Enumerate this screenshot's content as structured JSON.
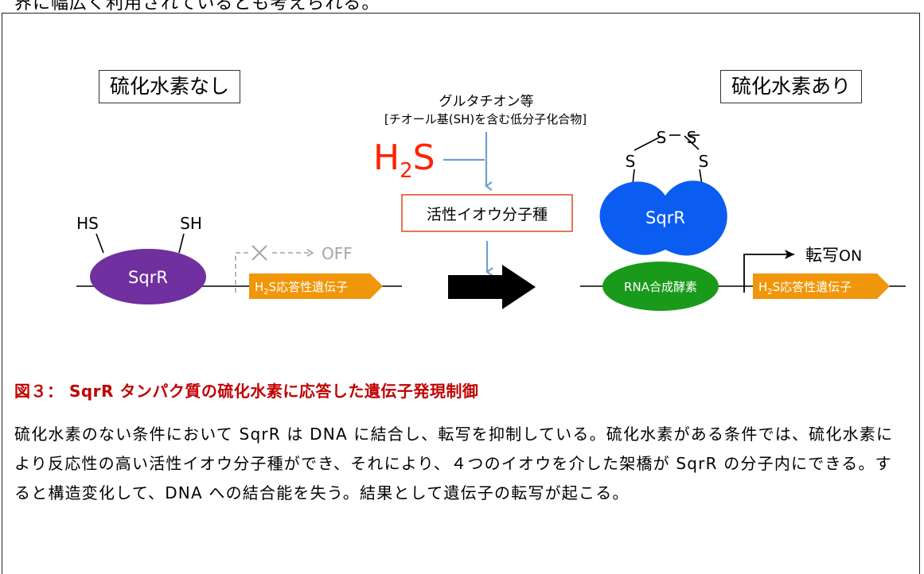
{
  "page": {
    "top_text_fragment": "界に幅広く利用されているとも考えられる。"
  },
  "diagram": {
    "left_label": "硫化水素なし",
    "right_label": "硫化水素あり",
    "glutathione_line1": "グルタチオン等",
    "glutathione_line2": "[チオール基(SH)を含む低分子化合物]",
    "h2s_main": "H",
    "h2s_sub": "2",
    "h2s_end": "S",
    "reactive_sulfur": "活性イオウ分子種",
    "left_protein": {
      "name": "SqrR",
      "thiol_left": "HS",
      "thiol_right": "SH",
      "color": "#7030a0"
    },
    "right_protein": {
      "name": "SqrR",
      "sulfur_bridge": [
        "S",
        "S",
        "S",
        "S"
      ],
      "color": "#0b5cf0"
    },
    "off_label": "OFF",
    "on_label_kanji": "転写",
    "on_label_latin": "ON",
    "gene": {
      "prefix": "H",
      "sub": "2",
      "suffix": "S応答性遺伝子",
      "color": "#f0960a"
    },
    "rna_polymerase": {
      "label": "RNA合成酵素",
      "color": "#1a9a1a"
    },
    "colors": {
      "h2s": "#ff2200",
      "arrow_blue": "#6fa0d0",
      "reactive_box_border": "#e0552a"
    }
  },
  "caption": {
    "title": "図３： SqrR タンパク質の硫化水素に応答した遺伝子発現制御",
    "body": "硫化水素のない条件において SqrR は DNA に結合し、転写を抑制している。硫化水素がある条件では、硫化水素により反応性の高い活性イオウ分子種ができ、それにより、４つのイオウを介した架橋が SqrR の分子内にできる。すると構造変化して、DNA への結合能を失う。結果として遺伝子の転写が起こる。"
  }
}
